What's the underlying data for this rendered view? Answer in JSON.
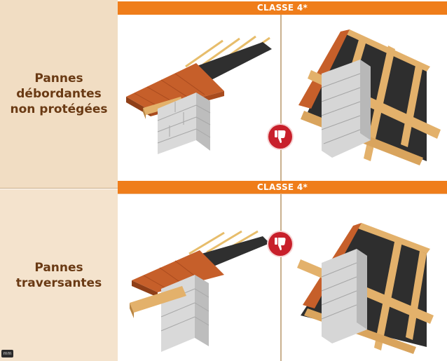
{
  "rows": [
    {
      "label": "Pannes\ndébordantes\nnon protégées",
      "header": "CLASSE 4*"
    },
    {
      "label": "Pannes\ntraversantes",
      "header": "CLASSE 4*"
    }
  ],
  "badge_text": "mm",
  "icons": {
    "thumb": "thumbs-down-icon"
  },
  "colors": {
    "header_orange": "#ef7d1a",
    "label_brown": "#6a3a14",
    "panel_beige": "#f1ddc3",
    "thumb_red": "#c8202b"
  }
}
